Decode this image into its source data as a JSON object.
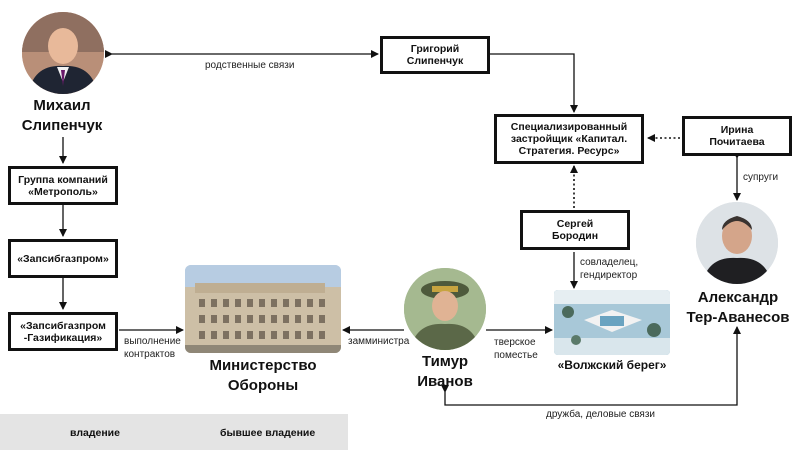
{
  "nodes": {
    "mikhail": "Михаил\nСлипенчук",
    "grigory": "Григорий\nСлипенчук",
    "metropol": "Группа компаний\n«Метрополь»",
    "zapsibgazprom": "«Запсибгазпром»",
    "zapsib_gazifikatsiya": "«Запсибгазпром\n-Газификация»",
    "ministry": "Министерство\nОбороны",
    "timur": "Тимур\nИванов",
    "volzhsky": "«Волжский берег»",
    "developer": "Специализированный\nзастройщик «Капитал.\nСтратегия. Ресурс»",
    "irina": "Ирина\nПочитаева",
    "sergey": "Сергей\nБородин",
    "alexander": "Александр\nТер-Аванесов"
  },
  "edge_labels": {
    "family_ties": "родственные связи",
    "contracts": "выполнение\nконтрактов",
    "deputy_minister": "замминистра",
    "tver_estate": "тверское\nпоместье",
    "co_owner": "совладелец,\nгендиректор",
    "spouses": "супруги",
    "friendship": "дружба, деловые связи"
  },
  "legend": {
    "ownership": "владение",
    "former_ownership": "бывшее владение"
  },
  "colors": {
    "line": "#111111",
    "legend_bg": "#e4e4e4"
  },
  "icons": [
    "person-photo",
    "building-photo",
    "estate-photo"
  ]
}
